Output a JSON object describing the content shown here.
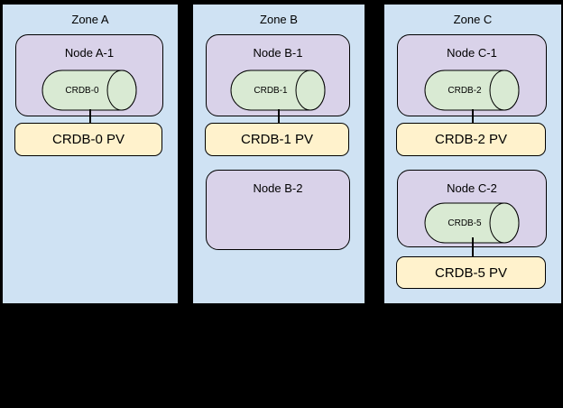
{
  "canvas": {
    "background": "#000000"
  },
  "colors": {
    "zone_fill": "#cfe2f3",
    "node_fill": "#d9d2e9",
    "cylinder_fill": "#d9ead3",
    "pv_fill": "#fff2cc",
    "border": "#000000"
  },
  "zones": [
    {
      "label": "Zone A",
      "node1": {
        "label": "Node A-1",
        "db": "CRDB-0"
      },
      "pv1": "CRDB-0 PV"
    },
    {
      "label": "Zone B",
      "node1": {
        "label": "Node B-1",
        "db": "CRDB-1"
      },
      "pv1": "CRDB-1 PV",
      "node2": {
        "label": "Node B-2"
      }
    },
    {
      "label": "Zone C",
      "node1": {
        "label": "Node C-1",
        "db": "CRDB-2"
      },
      "pv1": "CRDB-2 PV",
      "node2": {
        "label": "Node C-2",
        "db": "CRDB-5"
      },
      "pv2": "CRDB-5 PV"
    }
  ]
}
